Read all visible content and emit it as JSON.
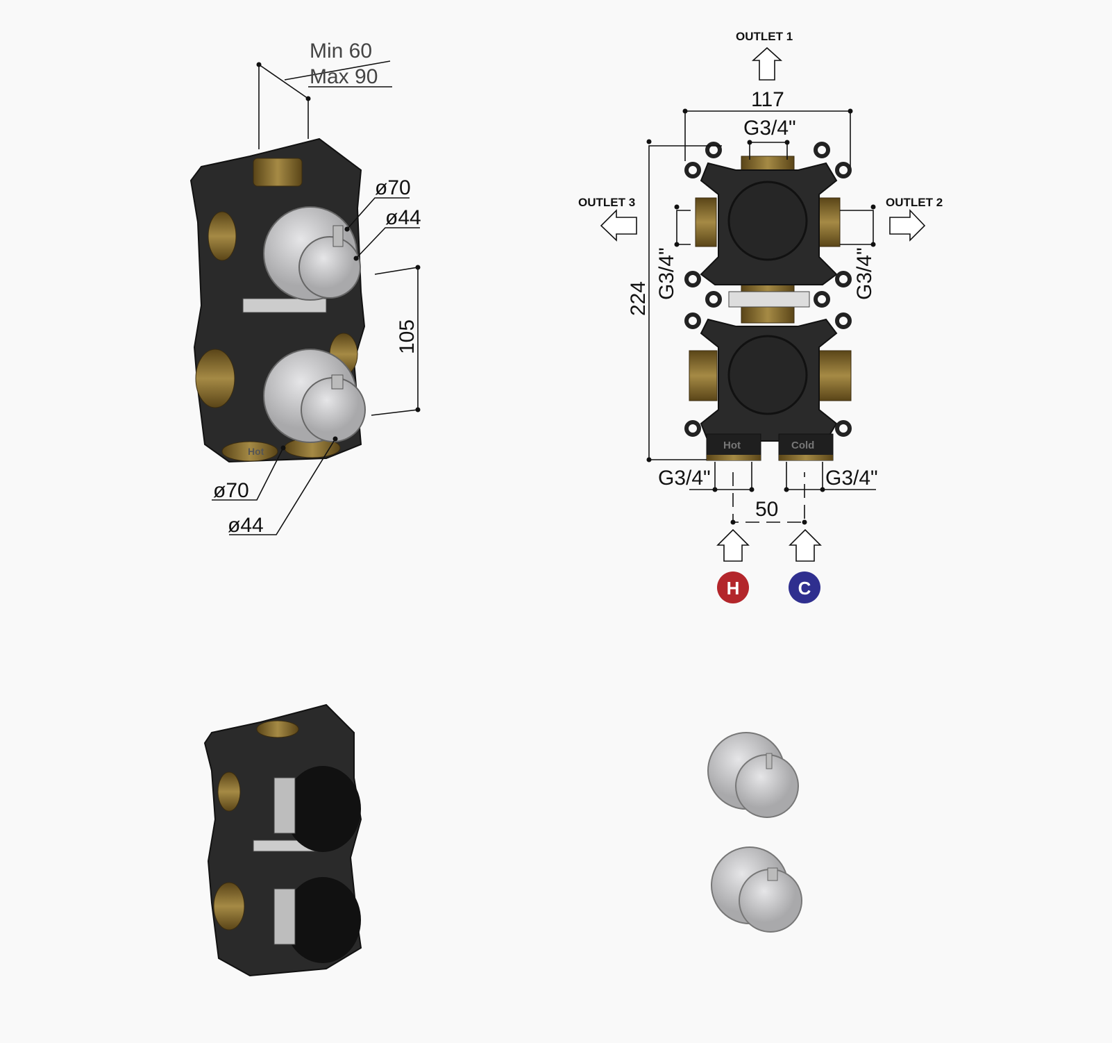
{
  "iso_view": {
    "depth_min": "Min 60",
    "depth_max": "Max 90",
    "plate_top_diameter": "ø70",
    "knob_top_diameter": "ø44",
    "center_distance": "105",
    "plate_bottom_diameter": "ø70",
    "knob_bottom_diameter": "ø44",
    "inlet_label_hot": "Hot"
  },
  "front_view": {
    "outlet_1": "OUTLET 1",
    "outlet_2": "OUTLET 2",
    "outlet_3": "OUTLET 3",
    "width": "117",
    "height": "224",
    "thread_top": "G3/4\"",
    "thread_left": "G3/4\"",
    "thread_right": "G3/4\"",
    "thread_hot": "G3/4\"",
    "thread_cold": "G3/4\"",
    "inlet_spacing": "50",
    "label_hot": "Hot",
    "label_cold": "Cold",
    "hot_badge": "H",
    "cold_badge": "C"
  },
  "colors": {
    "hot": "#b3262b",
    "cold": "#2f2f8f",
    "brass": "#8a6d2e",
    "body": "#2a2a2a"
  }
}
